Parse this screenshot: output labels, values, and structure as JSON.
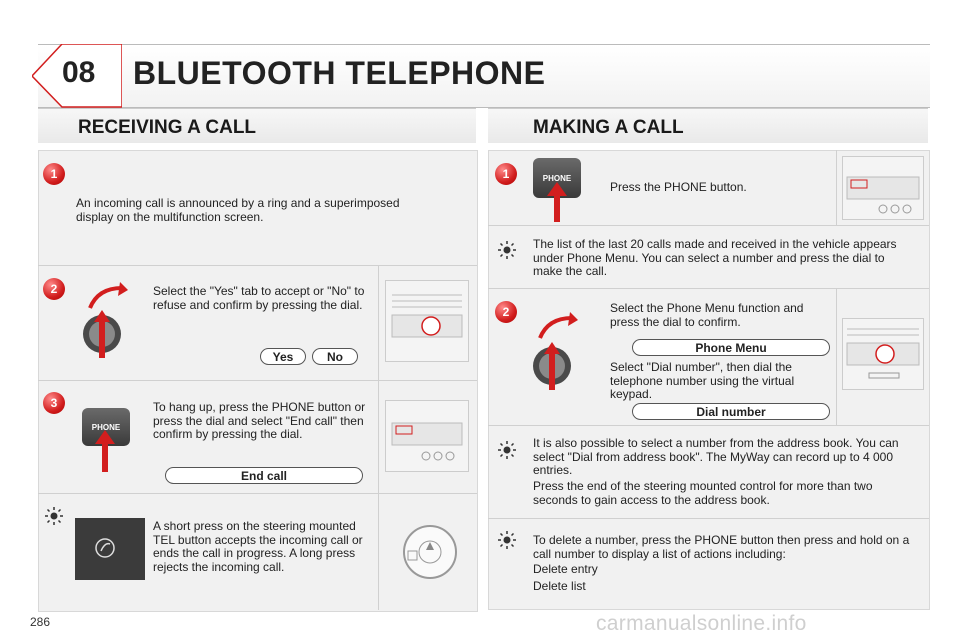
{
  "header": {
    "chapter": "08",
    "title": "BLUETOOTH TELEPHONE"
  },
  "receiving": {
    "title": "RECEIVING A CALL",
    "step1": {
      "badge": "1",
      "text": "An incoming call is announced by a ring and a superimposed display on the multifunction screen."
    },
    "step2": {
      "badge": "2",
      "text": "Select the \"Yes\" tab to accept or \"No\" to refuse and confirm by pressing the dial.",
      "yes": "Yes",
      "no": "No"
    },
    "step3": {
      "badge": "3",
      "text": "To hang up, press the PHONE button or press the dial and select \"End call\" then confirm by pressing the dial.",
      "end_call": "End call",
      "phone_label": "PHONE"
    },
    "tip": {
      "text": "A short press on the steering mounted TEL button accepts the incoming call or ends the call in progress. A long press rejects the incoming call."
    }
  },
  "making": {
    "title": "MAKING A CALL",
    "step1": {
      "badge": "1",
      "text": "Press the PHONE button.",
      "phone_label": "PHONE"
    },
    "tip1": {
      "text": "The list of the last 20 calls made and received in the vehicle appears under Phone Menu. You can select a number and press the dial to make the call."
    },
    "step2": {
      "badge": "2",
      "text": "Select the Phone Menu function and press the dial to confirm.",
      "phone_menu": "Phone Menu",
      "text2": "Select \"Dial number\", then dial the telephone number using the virtual keypad.",
      "dial_number": "Dial number"
    },
    "tip2": {
      "text": "It is also possible to select a number from the address book. You can select \"Dial from address book\". The MyWay can record up to 4 000 entries.",
      "text2": "Press the end of the steering mounted control for more than two seconds to gain access to the address book."
    },
    "tip3": {
      "text": "To delete a number, press the PHONE button then press and hold on a call number to display a list of actions including:",
      "opt1": "Delete entry",
      "opt2": "Delete list"
    }
  },
  "footer": {
    "page": "286",
    "watermark": "carmanualsonline.info"
  },
  "colors": {
    "accent_red": "#d21e1e",
    "panel_bg": "#f1f1f1"
  },
  "icons": [
    "lightbulb-tip-icon",
    "red-arrow-icon",
    "rotary-dial-icon",
    "phone-button-icon",
    "radio-panel-icon",
    "steering-wheel-icon",
    "tel-button-icon"
  ]
}
